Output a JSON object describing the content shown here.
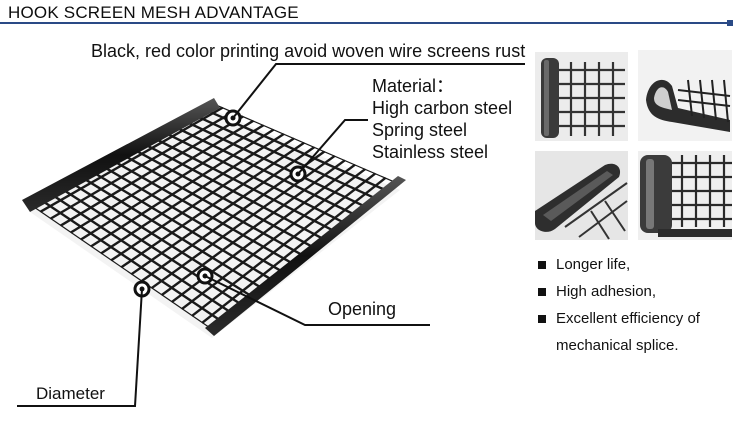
{
  "header": {
    "title": "HOOK SCREEN MESH ADVANTAGE"
  },
  "callouts": {
    "printing": "Black, red color printing avoid woven wire screens rust",
    "material_title": "Material：",
    "material_items": [
      "High carbon steel",
      "Spring steel",
      "Stainless steel"
    ],
    "opening": "Opening",
    "diameter": "Diameter"
  },
  "advantages": [
    {
      "text": "Longer life,"
    },
    {
      "text": "High adhesion,"
    },
    {
      "text": "Excellent efficiency of",
      "continuation": "mechanical splice."
    }
  ],
  "icons": [
    "woven-mesh-panel-image",
    "hook-edge-photo",
    "hook-profile-photo",
    "hook-bend-photo",
    "hook-closeup-photo"
  ],
  "colors": {
    "accent_rule": "#2a4a86",
    "text": "#111111"
  }
}
